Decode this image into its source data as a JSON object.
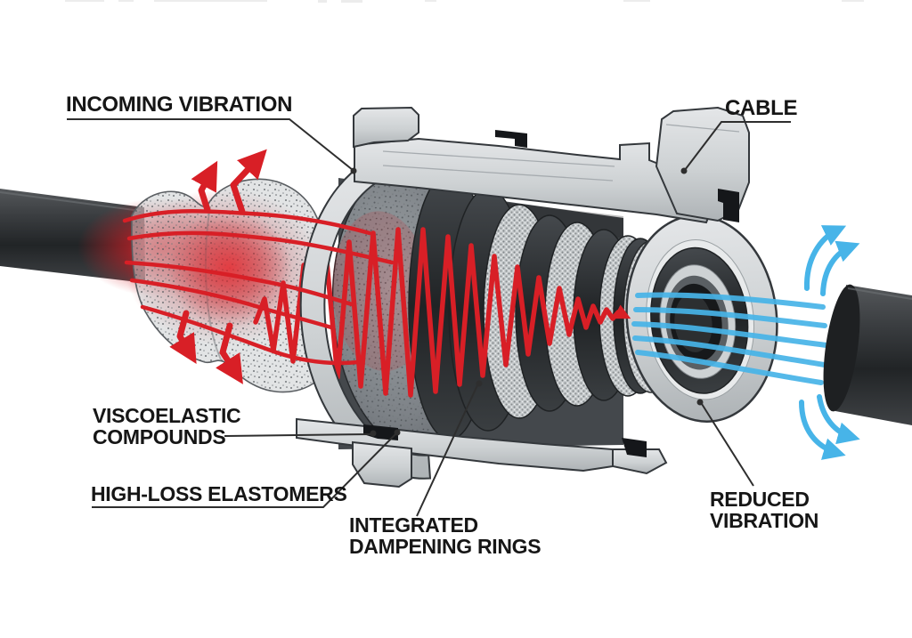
{
  "illustration": {
    "description": "Cutaway technical illustration of a vibration-dampening cable connector",
    "background": "#ffffff"
  },
  "labels": {
    "incoming_vibration": "INCOMING VIBRATION",
    "cable": "CABLE",
    "viscoelastic_line1": "VISCOELASTIC",
    "viscoelastic_line2": "COMPOUNDS",
    "high_loss_elastomers": "HIGH-LOSS ELASTOMERS",
    "integrated_line1": "INTEGRATED",
    "integrated_line2": "DAMPENING RINGS",
    "reduced_line1": "REDUCED",
    "reduced_line2": "VIBRATION"
  },
  "colors": {
    "vibration_red": "#d81f26",
    "smooth_blue": "#47b4e8",
    "label_text": "#161616",
    "leader_line": "#2e2e2e",
    "housing_light": "#d7dadc",
    "housing_mid": "#b4b9bc",
    "ring_dark": "#303438",
    "knurl_base": "#c6cacc",
    "cable_dark": "#2e3133",
    "background": "#ffffff"
  }
}
